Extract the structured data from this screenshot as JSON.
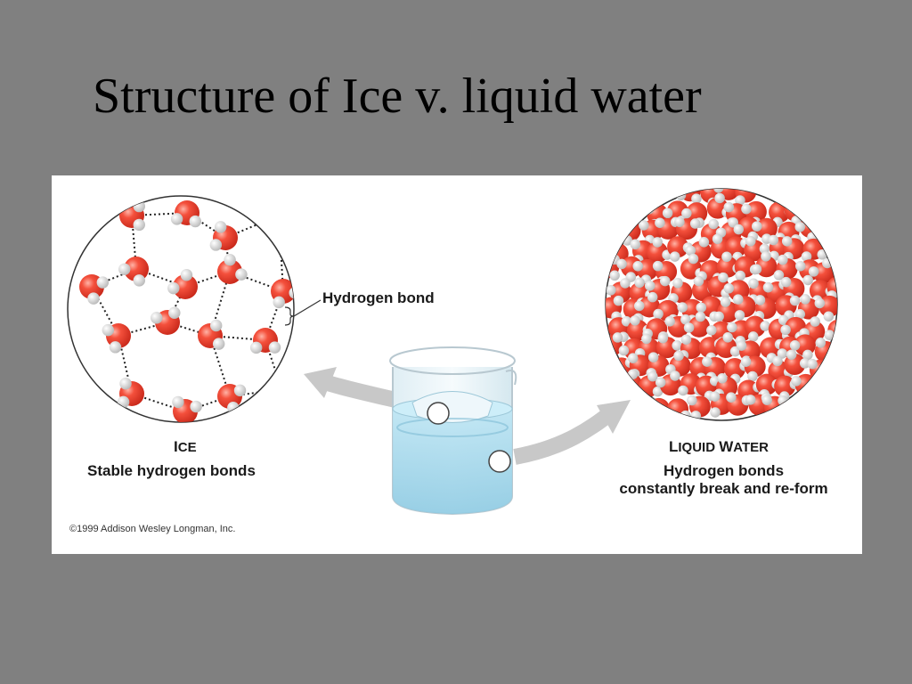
{
  "slide": {
    "title": "Structure of Ice v. liquid water"
  },
  "figure": {
    "ice_heading_first": "I",
    "ice_heading_rest": "CE",
    "ice_caption": "Stable hydrogen bonds",
    "hydrogen_bond_label": "Hydrogen bond",
    "liquid_heading_first_1": "L",
    "liquid_heading_rest_1": "IQUID ",
    "liquid_heading_first_2": "W",
    "liquid_heading_rest_2": "ATER",
    "liquid_caption_line1": "Hydrogen bonds",
    "liquid_caption_line2": "constantly break and re-form",
    "copyright": "©1999 Addison Wesley Longman, Inc."
  },
  "colors": {
    "background": "#808080",
    "panel": "#ffffff",
    "oxygen": "#e83a2a",
    "hydrogen": "#d9d9d9",
    "water": "#bfe3f0",
    "arrow": "#c8c8c8"
  }
}
